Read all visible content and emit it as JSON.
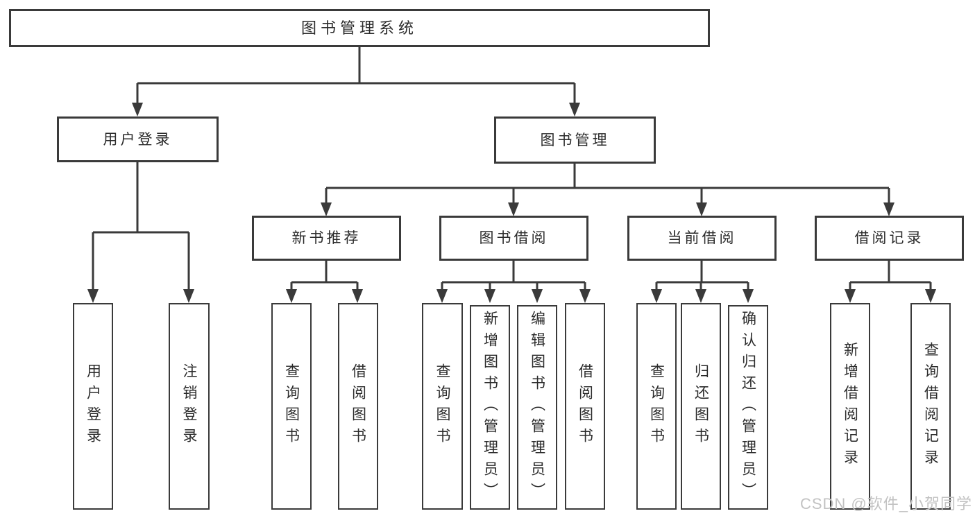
{
  "diagram": {
    "title": "图书管理系统",
    "tree": {
      "label": "图书管理系统",
      "children": [
        {
          "label": "用户登录",
          "children": [
            {
              "label": "用户登录"
            },
            {
              "label": "注销登录"
            }
          ]
        },
        {
          "label": "图书管理",
          "children": [
            {
              "label": "新书推荐",
              "children": [
                {
                  "label": "查询图书"
                },
                {
                  "label": "借阅图书"
                }
              ]
            },
            {
              "label": "图书借阅",
              "children": [
                {
                  "label": "查询图书"
                },
                {
                  "label": "新增图书（管理员）"
                },
                {
                  "label": "编辑图书（管理员）"
                },
                {
                  "label": "借阅图书"
                }
              ]
            },
            {
              "label": "当前借阅",
              "children": [
                {
                  "label": "查询图书"
                },
                {
                  "label": "归还图书"
                },
                {
                  "label": "确认归还（管理员）"
                }
              ]
            },
            {
              "label": "借阅记录",
              "children": [
                {
                  "label": "新增借阅记录"
                },
                {
                  "label": "查询借阅记录"
                }
              ]
            }
          ]
        }
      ]
    }
  },
  "watermark": {
    "text": "CSDN @软件_小贺同学"
  },
  "colors": {
    "line": "#3a3a3a",
    "text": "#2b2b2b",
    "watermark": "#c2c2c2",
    "background": "#ffffff"
  }
}
